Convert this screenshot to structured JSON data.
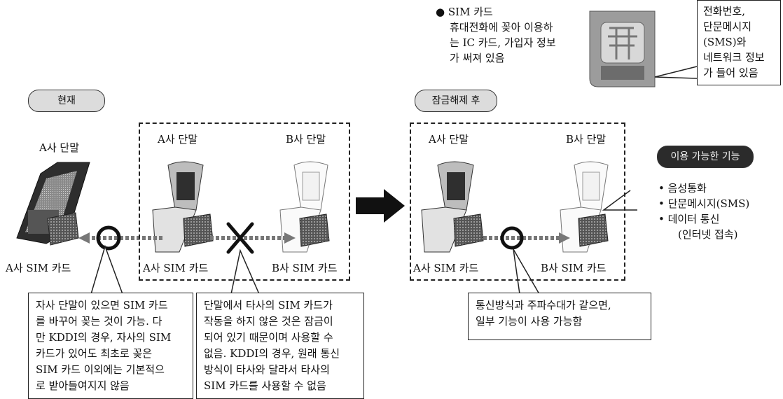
{
  "sim_note": {
    "bullet": "●",
    "title": "SIM 카드",
    "lines": [
      "휴대전화에 꽂아 이용하",
      "는 IC 카드, 가입자 정보",
      "가 써져 있음"
    ]
  },
  "sim_callout": {
    "lines": [
      "전화번호,",
      "단문메시지",
      "(SMS)와",
      "네트워크 정보",
      "가 들어 있음"
    ]
  },
  "labels": {
    "current": "현재",
    "after_unlock": "잠금해제 후",
    "a_phone": "A사 단말",
    "b_phone": "B사 단말",
    "a_sim": "A사 SIM 카드",
    "b_sim": "B사 SIM 카드"
  },
  "features": {
    "title": "이용 가능한 기능",
    "items": [
      "음성통화",
      "단문메시지(SMS)",
      "데이터 통신"
    ],
    "sub": "(인터넷 접속)"
  },
  "callout_left": {
    "lines": [
      "자사 단말이 있으면 SIM 카드",
      "를 바꾸어 꽂는 것이 가능. 다",
      "만 KDDI의 경우, 자사의 SIM",
      "카드가 있어도 최초로 꽂은",
      "SIM 카드 이외에는 기본적으",
      "로 받아들여지지 않음"
    ]
  },
  "callout_mid": {
    "lines": [
      "단말에서 타사의 SIM 카드가",
      "작동을 하지 않은 것은 잠금이",
      "되어 있기 때문이며 사용할 수",
      "없음. KDDI의 경우, 원래 통신",
      "방식이 타사와 달라서 타사의",
      "SIM 카드를 사용할 수 없음"
    ]
  },
  "callout_right": {
    "lines": [
      "통신방식과 주파수대가 같으면,",
      "일부 기능이 사용 가능함"
    ]
  }
}
